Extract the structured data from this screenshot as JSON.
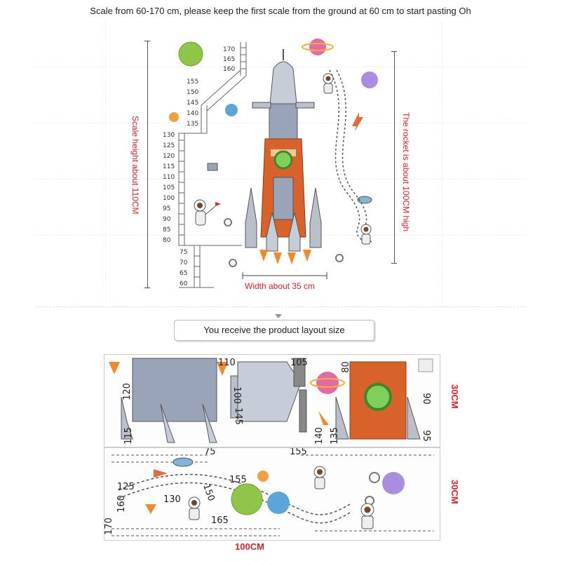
{
  "top_caption": "Scale from 60-170 cm, please keep the first scale from the ground at 60 cm to start pasting Oh",
  "scale_height_label": "Scale height about 110CM",
  "rocket_height_label": "The rocket is about 100CM high",
  "width_label": "Width about 35 cm",
  "layout_caption": "You receive the product layout size",
  "sheet_height_top": "30CM",
  "sheet_height_bottom": "30CM",
  "sheet_width": "100CM",
  "scale_ticks_upper": [
    "170",
    "165",
    "160"
  ],
  "scale_ticks_mid": [
    "155",
    "150",
    "145",
    "140",
    "135"
  ],
  "scale_ticks_main": [
    "130",
    "125",
    "120",
    "115",
    "110",
    "105",
    "100",
    "95",
    "90",
    "85",
    "80"
  ],
  "scale_ticks_low": [
    "75",
    "70",
    "65",
    "60"
  ],
  "sheet_top_numbers": [
    "120",
    "115",
    "110",
    "100",
    "145",
    "105",
    "80",
    "140",
    "135",
    "90",
    "95"
  ],
  "sheet_bottom_numbers": [
    "75",
    "125",
    "130",
    "155",
    "150",
    "165",
    "170",
    "160",
    "155"
  ],
  "colors": {
    "accent_red": "#e0202a",
    "rocket_orange": "#d9622b",
    "rocket_silver": "#9aa4b8",
    "planet_green": "#8fc64a",
    "planet_purple": "#a88de0",
    "planet_blue": "#5aa6d6",
    "flame": "#f08a2a"
  }
}
